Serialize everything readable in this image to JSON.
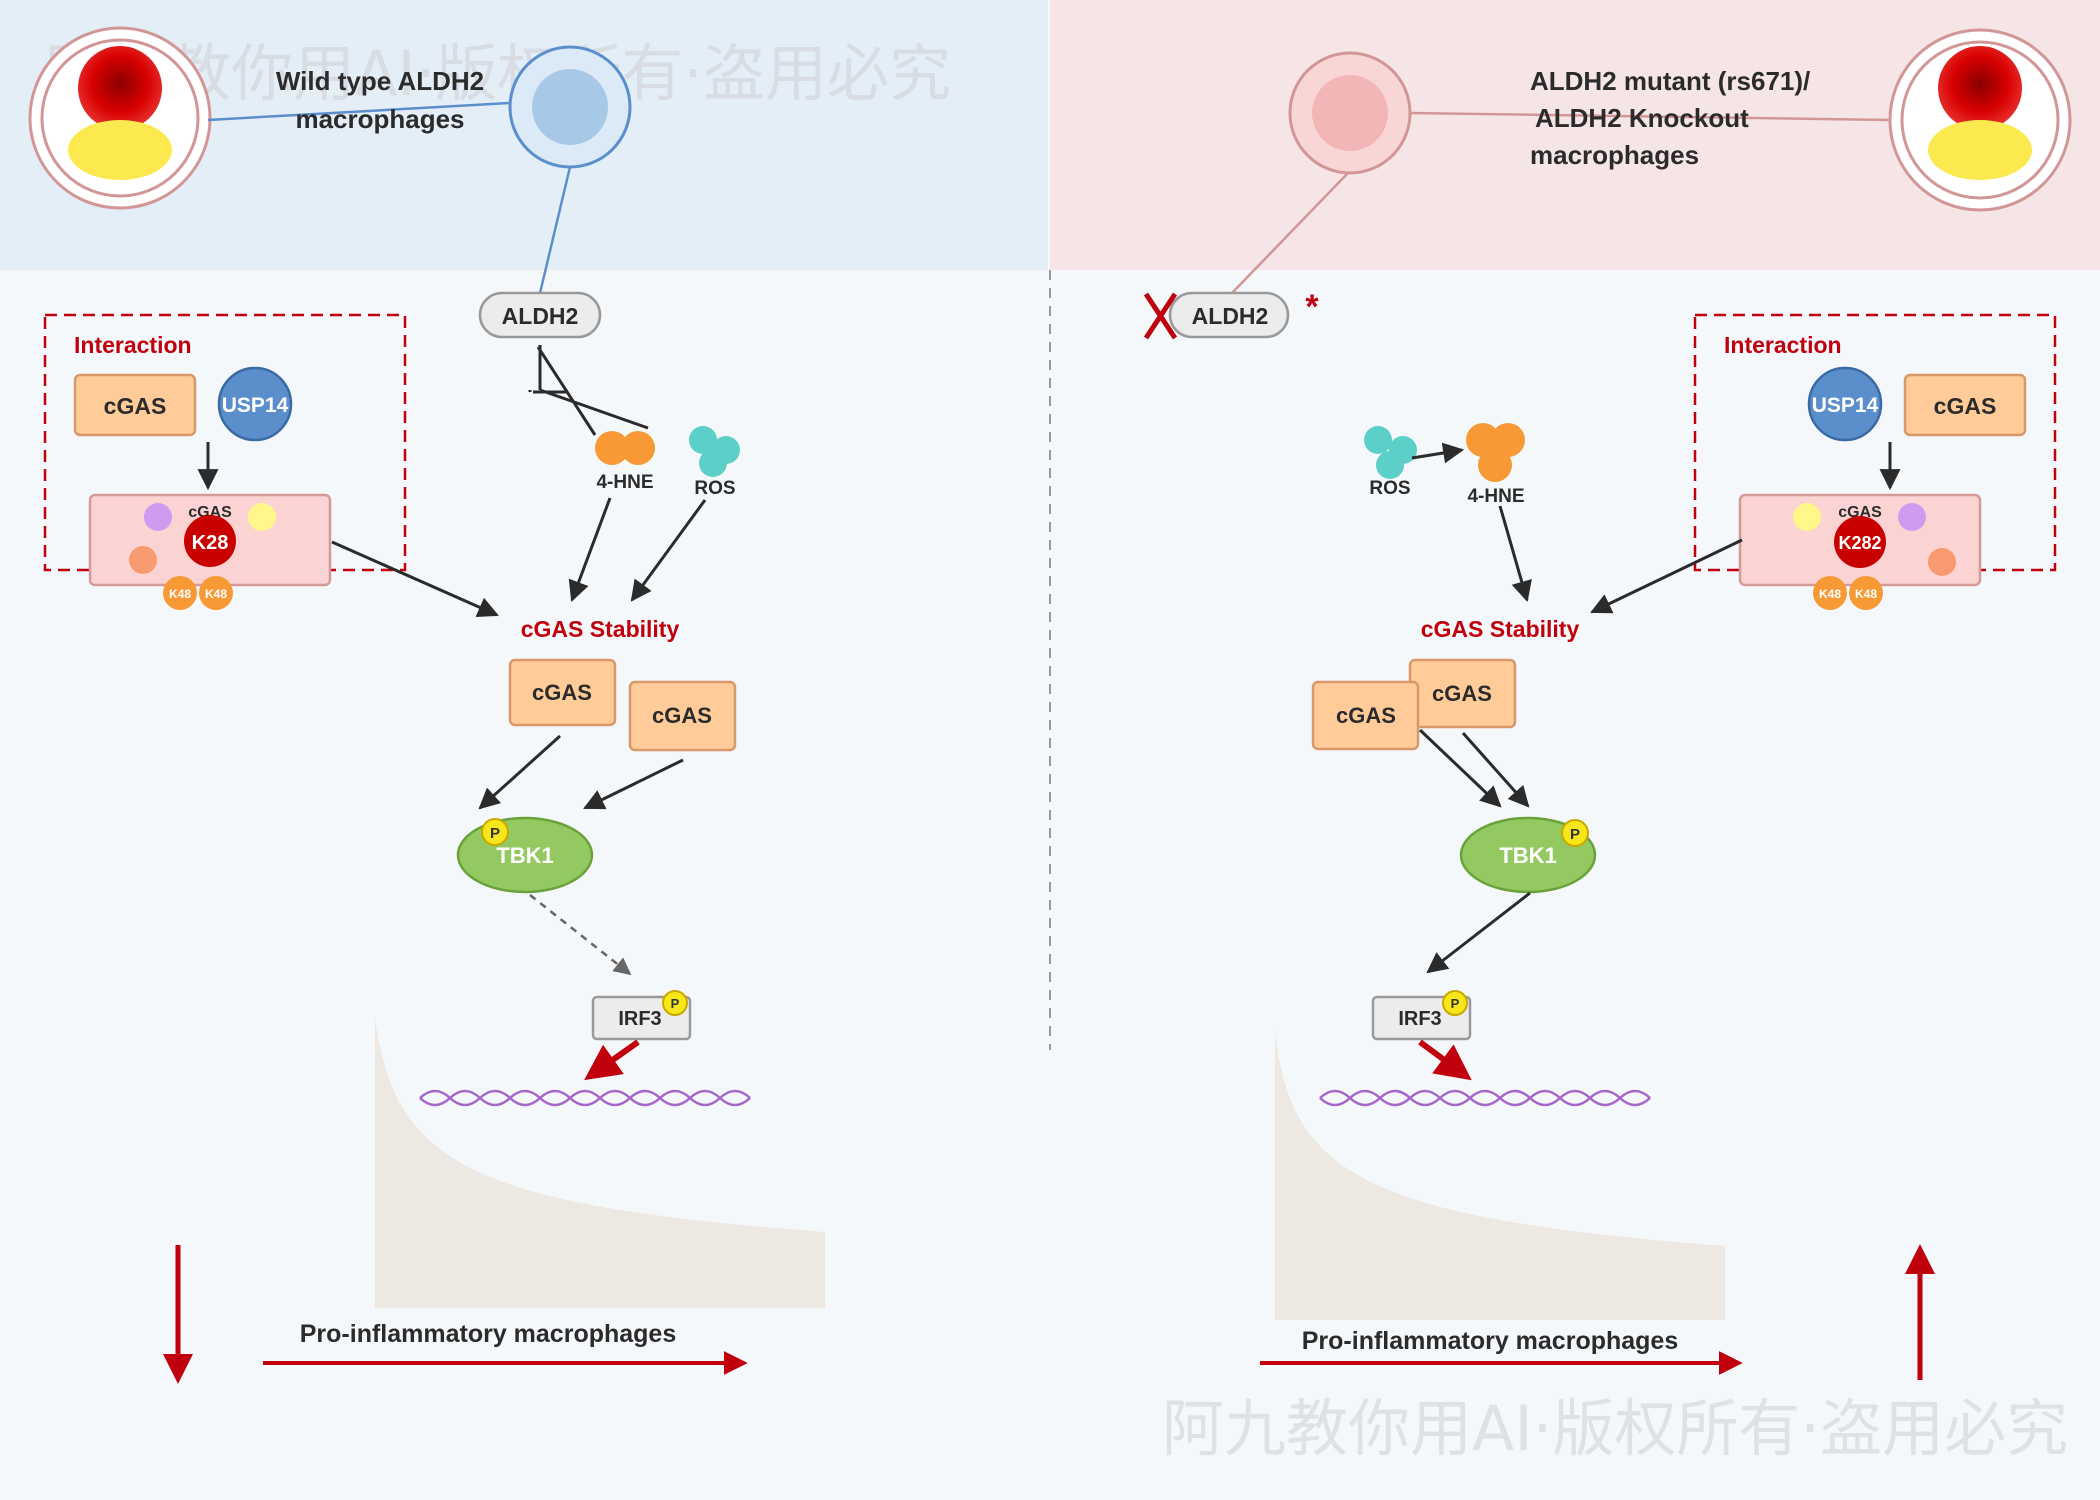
{
  "colors": {
    "left_header_bg": "#e4eef7",
    "right_header_bg": "#f6e5e6",
    "cgas_box": "#fecb99",
    "usp14": "#5b8fcc",
    "tbk1": "#93c960",
    "inhibition_red": "#c0000c",
    "interaction_border": "#c0000c",
    "ros": "#5dcfc9",
    "hne": "#f79a36",
    "dna": "#a566c9"
  },
  "watermark": "阿九教你用AI·版权所有·盗用必究",
  "left": {
    "cell_label_line1": "Wild type ALDH2",
    "cell_label_line2": "macrophages",
    "aldh2": "ALDH2",
    "interaction_title": "Interaction",
    "cgas": "cGAS",
    "usp14": "USP14",
    "complex_cgas": "cGAS",
    "k_site": "K28",
    "k48_a": "K48",
    "k48_b": "K48",
    "hne": "4-HNE",
    "ros": "ROS",
    "stability": "cGAS Stability",
    "cgas_1": "cGAS",
    "cgas_2": "cGAS",
    "tbk1": "TBK1",
    "p_tbk1": "P",
    "irf3": "IRF3",
    "p_irf3": "P",
    "outcome": "Pro-inflammatory macrophages",
    "direction": "down"
  },
  "right": {
    "cell_label_line1": "ALDH2 mutant (rs671)/",
    "cell_label_line2": "ALDH2 Knockout",
    "cell_label_line3": "macrophages",
    "aldh2": "ALDH2",
    "star": "*",
    "interaction_title": "Interaction",
    "usp14": "USP14",
    "cgas": "cGAS",
    "complex_cgas": "cGAS",
    "k_site": "K282",
    "k48_a": "K48",
    "k48_b": "K48",
    "ros": "ROS",
    "hne": "4-HNE",
    "stability": "cGAS Stability",
    "cgas_1": "cGAS",
    "cgas_2": "cGAS",
    "tbk1": "TBK1",
    "p_tbk1": "P",
    "irf3": "IRF3",
    "p_irf3": "P",
    "outcome": "Pro-inflammatory macrophages",
    "direction": "up"
  }
}
